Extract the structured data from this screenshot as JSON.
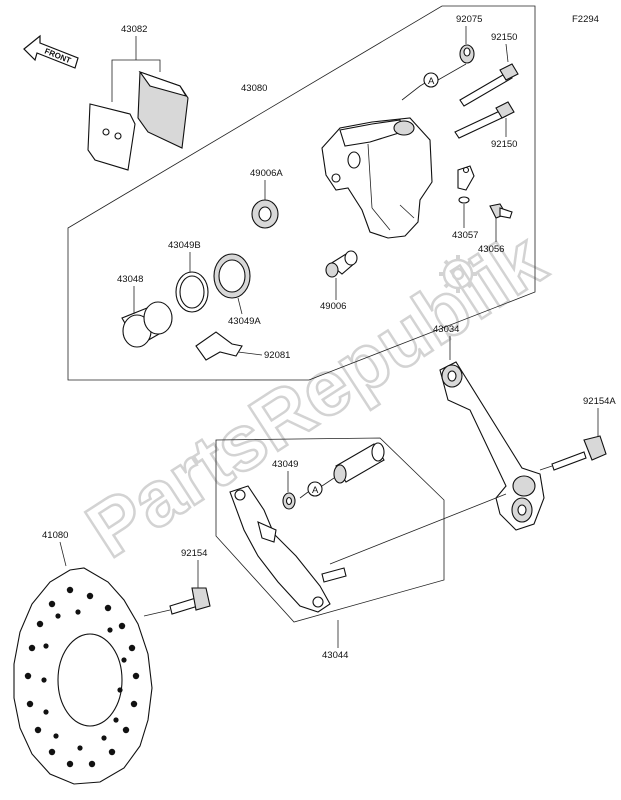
{
  "watermark": "PartsRepublik",
  "figure_code": "F2294",
  "front_label": "FRONT",
  "ref_markers": {
    "a1": "A",
    "a2": "A"
  },
  "labels": {
    "p43082": "43082",
    "p43080": "43080",
    "p92075": "92075",
    "p92150a": "92150",
    "p92150b": "92150",
    "p49006a": "49006A",
    "p43057": "43057",
    "p43056": "43056",
    "p43049b": "43049B",
    "p43048": "43048",
    "p43049a": "43049A",
    "p49006": "49006",
    "p92081": "92081",
    "p43034": "43034",
    "p92154a": "92154A",
    "p43049": "43049",
    "p41080": "41080",
    "p92154": "92154",
    "p43044": "43044"
  }
}
